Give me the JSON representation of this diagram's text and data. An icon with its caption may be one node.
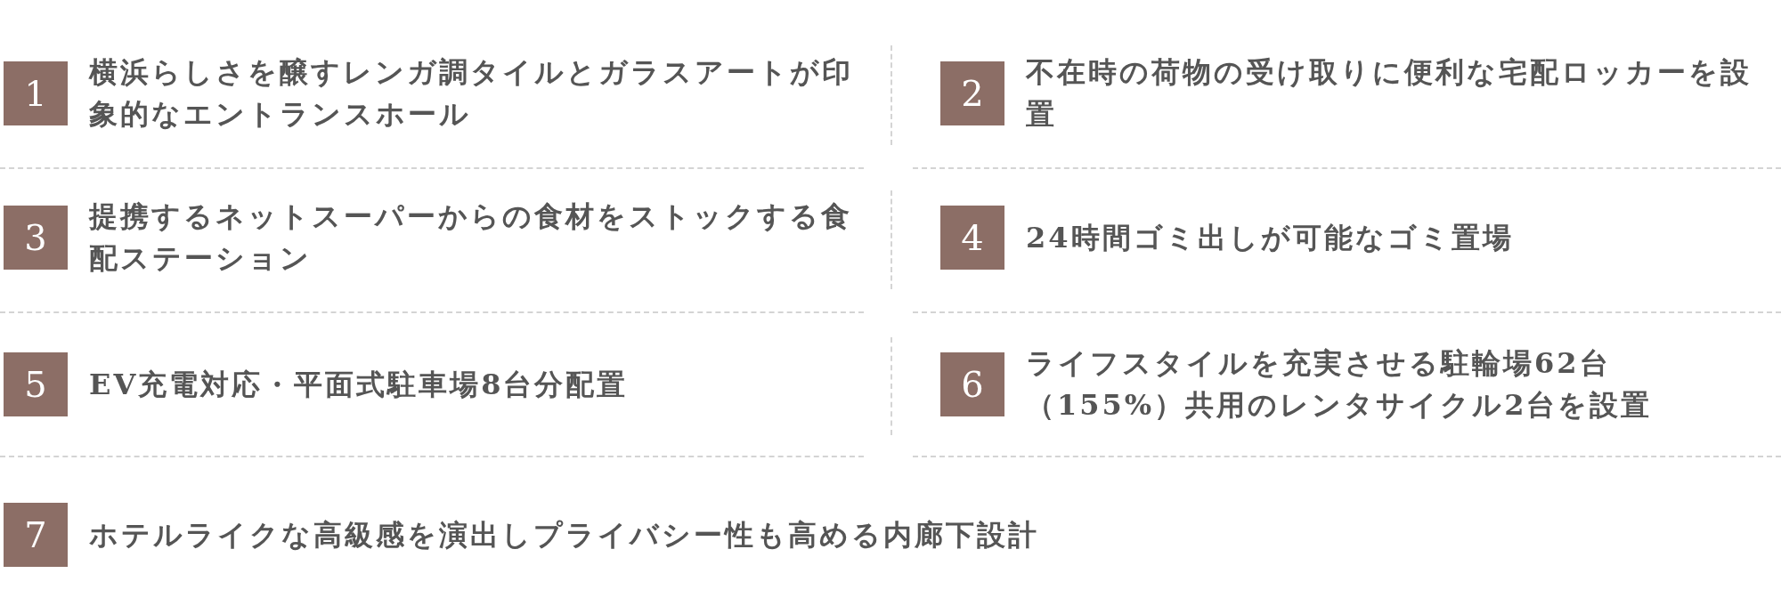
{
  "diagram": {
    "nodes": [
      {
        "text": [
          "1"
        ],
        "beside": [
          "横浜らしさを醸すレンガ調タイルとガラスアートが印象的なエントランスホール"
        ]
      },
      {
        "text": [
          "2"
        ],
        "beside": [
          "不在時の荷物の受け取りに便利な宅配ロッカーを設置"
        ]
      },
      {
        "text": [
          "3"
        ],
        "beside": [
          "提携するネットスーパーからの食材をストックする食配ステーション"
        ]
      },
      {
        "text": [
          "4"
        ],
        "beside": [
          "24時間ゴミ出しが可能なゴミ置場"
        ]
      },
      {
        "text": [
          "5"
        ],
        "beside": [
          "EV充電対応・平面式駐車場8台分配置"
        ]
      },
      {
        "text": [
          "6"
        ],
        "beside": [
          "ライフスタイルを充実させる駐輪場62台（155%）共用のレンタサイクル2台を設置"
        ]
      },
      {
        "text": [
          "7"
        ],
        "beside": [
          "ホテルライクな高級感を演出しプライバシー性も高める内廊下設計"
        ]
      }
    ]
  }
}
